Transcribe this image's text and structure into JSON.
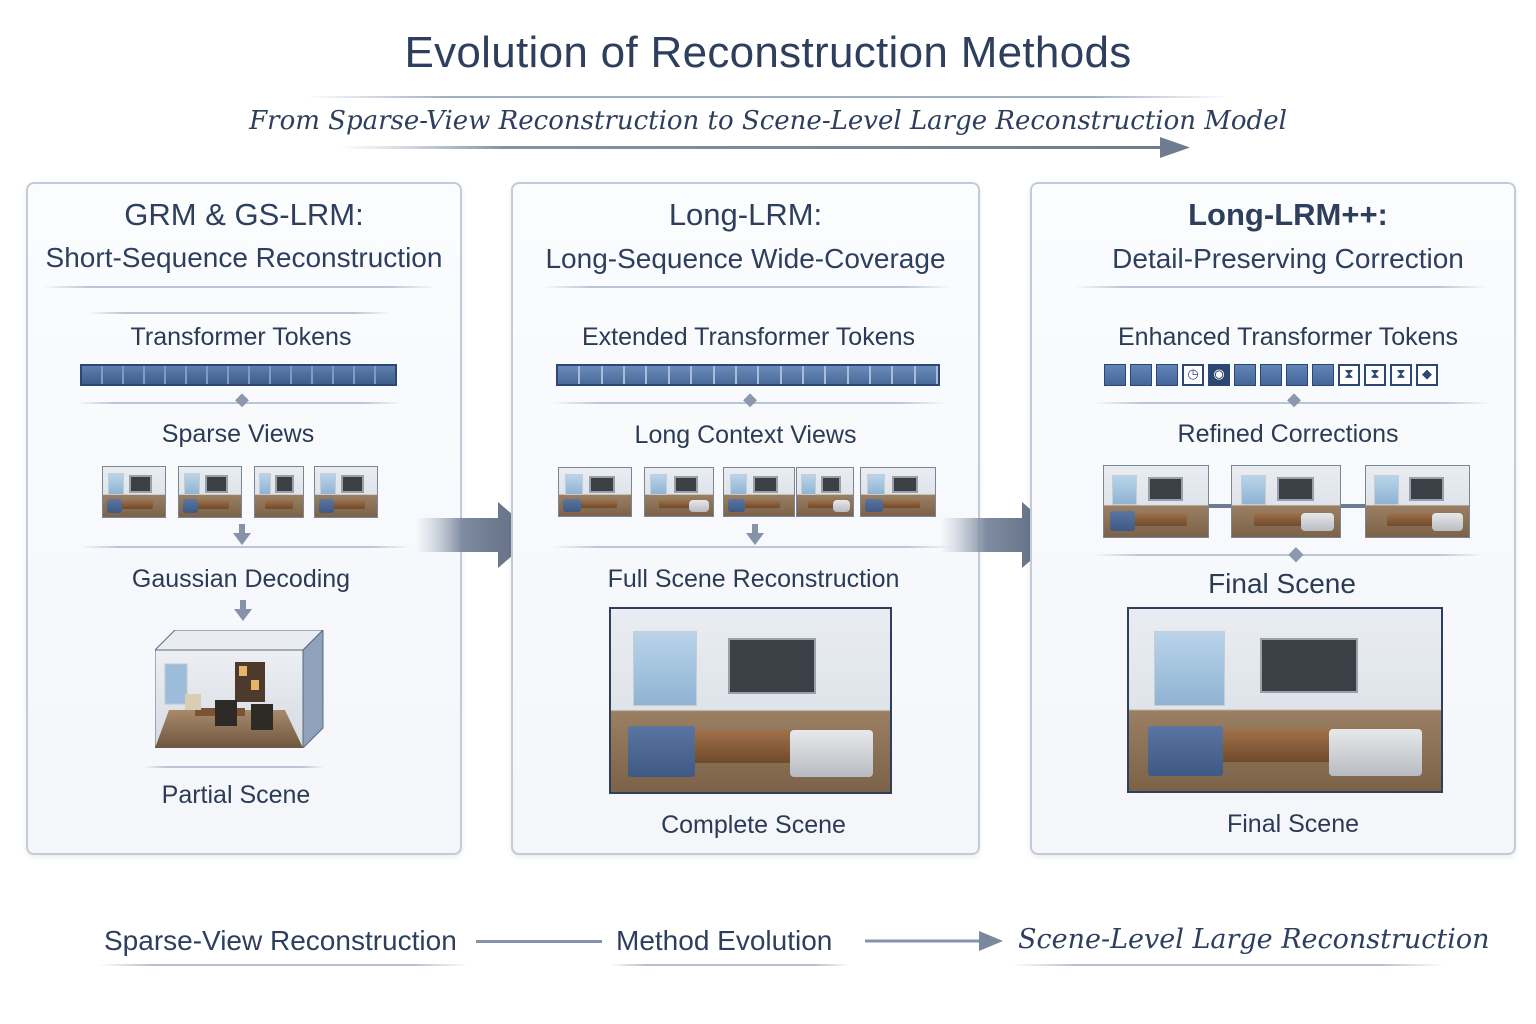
{
  "header": {
    "title": "Evolution of Reconstruction Methods",
    "subtitle": "From Sparse-View Reconstruction to Scene-Level Large Reconstruction Model"
  },
  "panels": [
    {
      "title": "GRM & GS-LRM:",
      "subtitle": "Short-Sequence Reconstruction",
      "tokens_label": "Transformer Tokens",
      "views_label": "Sparse Views",
      "decode_label": "Gaussian Decoding",
      "result_label": "Partial Scene"
    },
    {
      "title": "Long-LRM:",
      "subtitle": "Long-Sequence Wide-Coverage",
      "tokens_label": "Extended Transformer Tokens",
      "views_label": "Long Context Views",
      "decode_label": "Full Scene Reconstruction",
      "result_label": "Complete Scene"
    },
    {
      "title": "Long-LRM++:",
      "subtitle": "Detail-Preserving Correction",
      "tokens_label": "Enhanced Transformer Tokens",
      "views_label": "Refined Corrections",
      "decode_label": "Final Scene",
      "result_label": "Final Scene"
    }
  ],
  "footer": {
    "left": "Sparse-View Reconstruction",
    "middle": "Method Evolution",
    "right": "Scene-Level Large Reconstruction"
  },
  "icons": {
    "arrow": "right-arrow-icon",
    "down": "down-arrow-icon",
    "connector": "diamond-connector-icon"
  },
  "colors": {
    "text": "#2e3f5e",
    "token": "#3e5f8c",
    "arrow": "#6f7c90",
    "border": "#c3cbd7"
  }
}
